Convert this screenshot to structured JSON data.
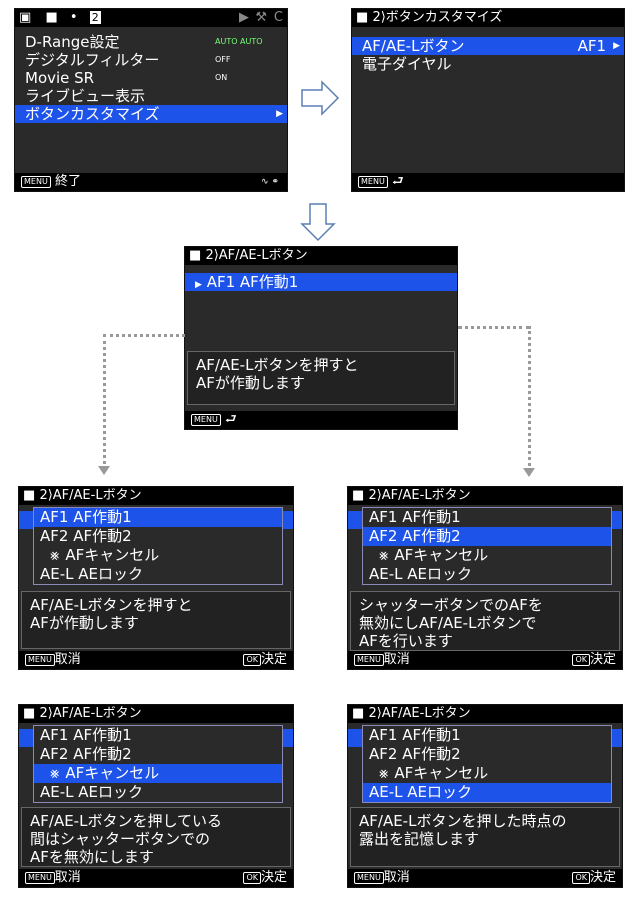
{
  "screen1": {
    "tabs": [
      "▣",
      "■",
      "•",
      "2"
    ],
    "right_icons": [
      "▶",
      "⚒",
      "C"
    ],
    "items": [
      "D-Range設定",
      "デジタルフィルター",
      "Movie SR",
      "ライブビュー表示",
      "ボタンカスタマイズ"
    ],
    "values": [
      "AUTO AUTO",
      "OFF",
      "ON"
    ],
    "footer_key": "MENU",
    "footer_label": "終了"
  },
  "screen2": {
    "title": "2⟩ボタンカスタマイズ",
    "items": [
      "AF/AE-Lボタン",
      "電子ダイヤル"
    ],
    "value": "AF1",
    "footer_key": "MENU"
  },
  "screen3": {
    "title": "2⟩AF/AE-Lボタン",
    "item": "AF1 AF作動1",
    "desc": [
      "AF/AE-Lボタンを押すと",
      "AFが作動します"
    ],
    "footer_key": "MENU"
  },
  "options": [
    "AF1 AF作動1",
    "AF2 AF作動2",
    "AFキャンセル",
    "AE-L AEロック"
  ],
  "cancel_icon": "⨳",
  "popup_title": "2⟩AF/AE-Lボタン",
  "footer_left_key": "MENU",
  "footer_left_label": "取消",
  "footer_right_key": "OK",
  "footer_right_label": "決定",
  "desc_af1": [
    "AF/AE-Lボタンを押すと",
    "AFが作動します"
  ],
  "desc_af2": [
    "シャッターボタンでのAFを",
    "無効にしAF/AE-Lボタンで",
    "AFを行います"
  ],
  "desc_cancel": [
    "AF/AE-Lボタンを押している",
    "間はシャッターボタンでの",
    "AFを無効にします"
  ],
  "desc_ael": [
    "AF/AE-Lボタンを押した時点の",
    "露出を記憶します"
  ]
}
